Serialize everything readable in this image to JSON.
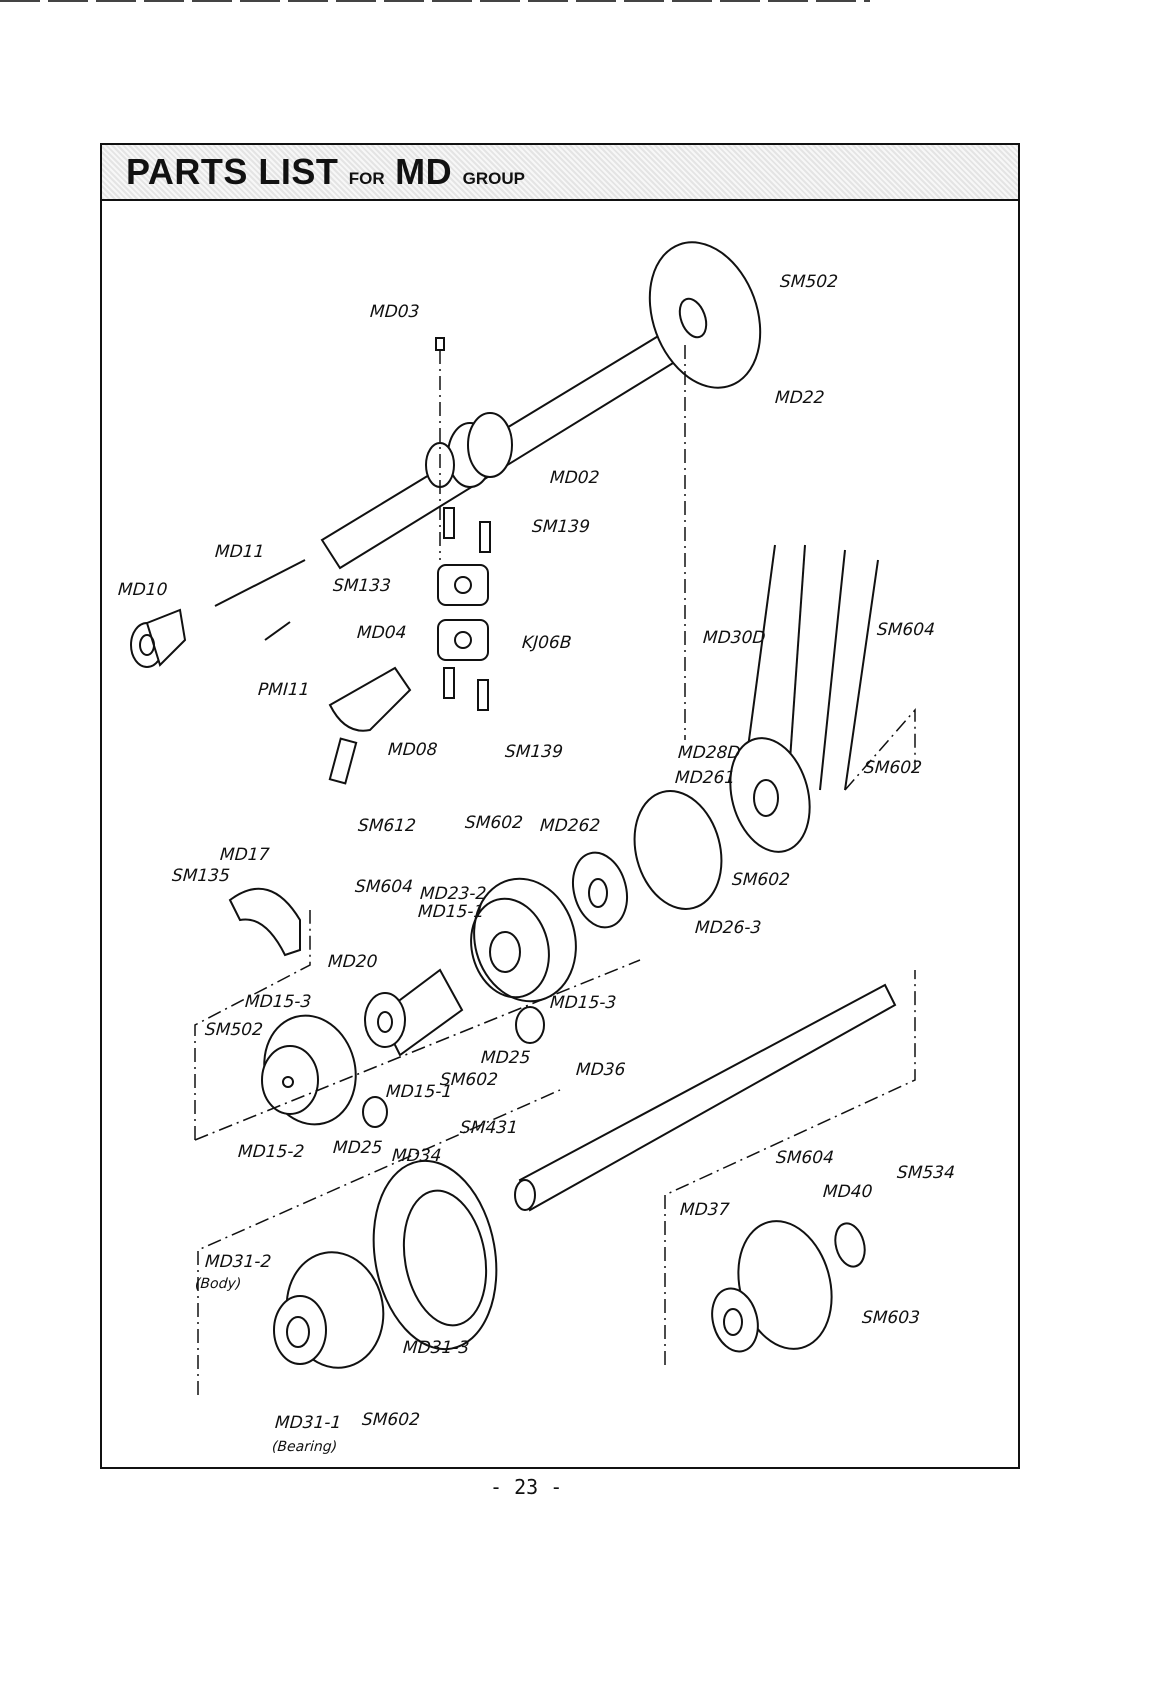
{
  "header": {
    "title_parts": [
      "PARTS LIST",
      "FOR",
      "MD",
      "GROUP"
    ]
  },
  "labels": [
    "MD03",
    "SM502",
    "MD22",
    "MD02",
    "SM139",
    "MD11",
    "MD10",
    "SM133",
    "MD04",
    "KJ06B",
    "PMI11",
    "MD08",
    "SM139",
    "SM612",
    "MD30D",
    "SM604",
    "MD28D",
    "MD261",
    "SM602",
    "SM602",
    "MD262",
    "MD17",
    "SM135",
    "SM604",
    "MD23-2",
    "MD15-1",
    "SM602",
    "MD26-3",
    "MD20",
    "MD15-3",
    "SM502",
    "MD15-3",
    "MD25",
    "MD36",
    "SM602",
    "MD15-1",
    "MD15-2",
    "MD25",
    "SM431",
    "MD34",
    "SM604",
    "SM534",
    "MD40",
    "MD37",
    "MD31-2",
    "(Body)",
    "SM603",
    "MD31-3",
    "MD31-1",
    "SM602",
    "(Bearing)"
  ],
  "page_number": "- 23 -"
}
